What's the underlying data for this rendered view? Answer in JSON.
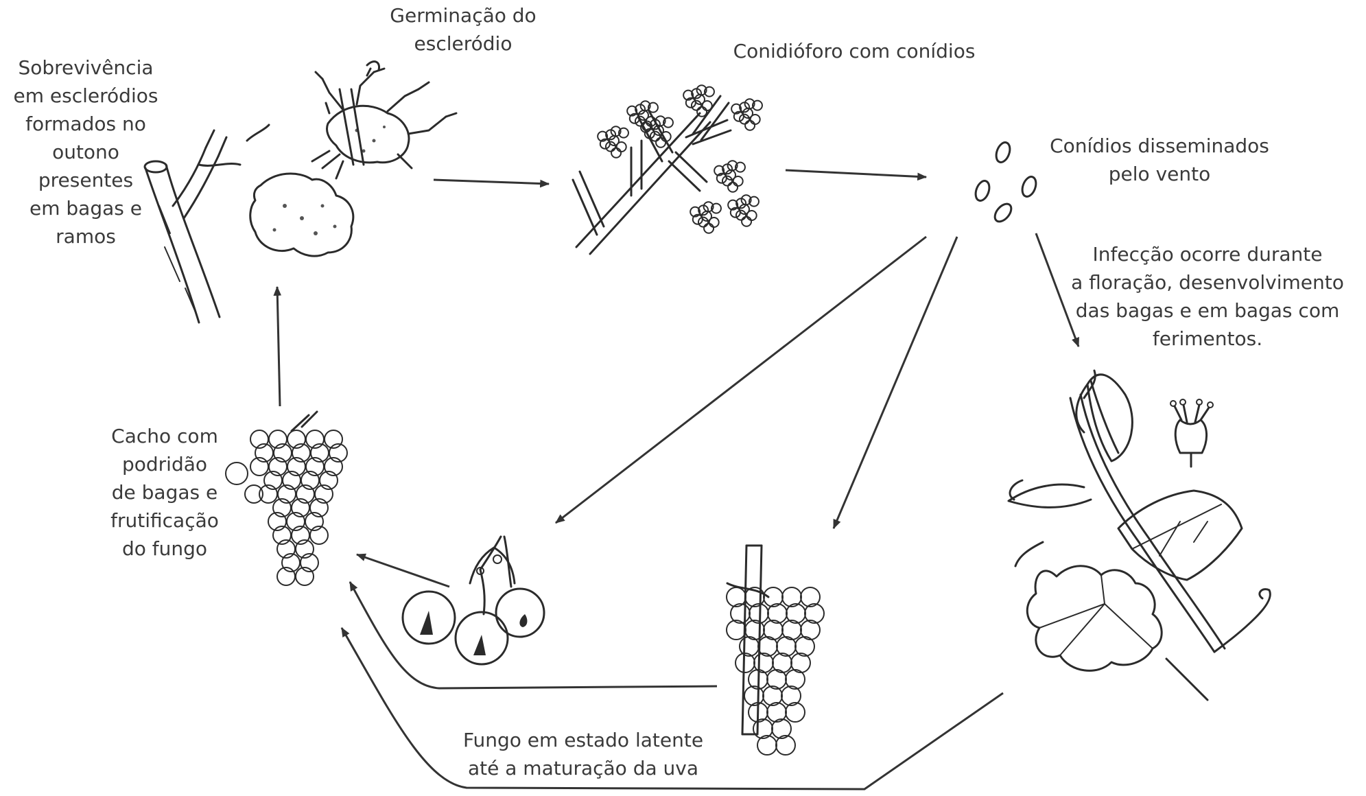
{
  "labels": {
    "survival": [
      "Sobrevivência",
      "em escleródios",
      "formados no",
      "outono",
      "presentes",
      "em bagas e",
      "ramos"
    ],
    "germination": [
      "Germinação do",
      "escleródio"
    ],
    "conidiophore": [
      "Conidióforo com conídios"
    ],
    "dispersal": [
      "Conídios disseminados",
      "pelo vento"
    ],
    "infection": [
      "Infecção ocorre durante",
      "a floração, desenvolvimento",
      "das bagas e em bagas com",
      "ferimentos."
    ],
    "bunch_rot": [
      "Cacho com",
      "podridão",
      "de bagas e",
      "frutificação",
      "do fungo"
    ],
    "latent": [
      "Fungo em estado latente",
      "até a maturação da uva"
    ]
  },
  "icons": [
    "vine-cane-icon",
    "sclerotium-icon",
    "germinating-sclerotium-icon",
    "conidiophore-icon",
    "conidia-icon",
    "flowering-shoot-icon",
    "flower-icon",
    "wounded-berries-icon",
    "green-bunch-icon",
    "rotten-bunch-icon"
  ]
}
